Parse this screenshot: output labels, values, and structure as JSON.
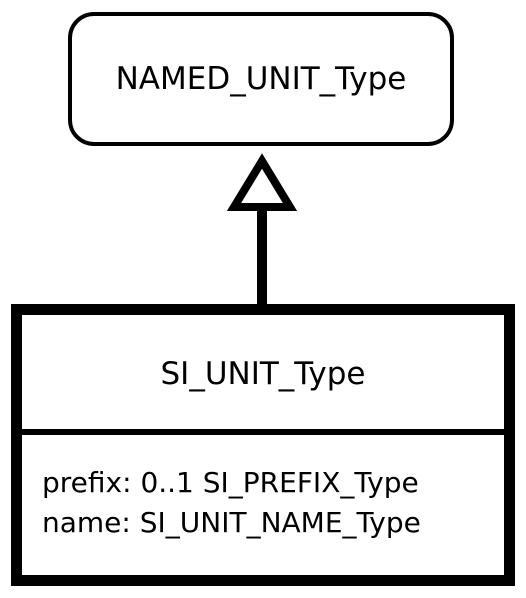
{
  "diagram": {
    "parent": {
      "title": "NAMED_UNIT_Type"
    },
    "child": {
      "title": "SI_UNIT_Type",
      "attributes": [
        "prefix: 0..1 SI_PREFIX_Type",
        "name: SI_UNIT_NAME_Type"
      ]
    },
    "relationship": {
      "type": "generalization",
      "colors": {
        "line": "#000000",
        "arrow_fill": "#ffffff"
      }
    }
  }
}
